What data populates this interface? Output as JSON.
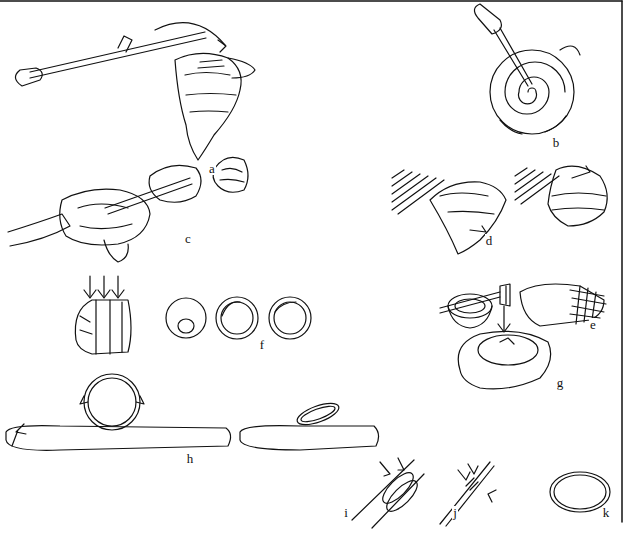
{
  "diagram": {
    "labels": [
      "a",
      "b",
      "c",
      "d",
      "e",
      "f",
      "g",
      "h",
      "i",
      "j",
      "k"
    ]
  }
}
